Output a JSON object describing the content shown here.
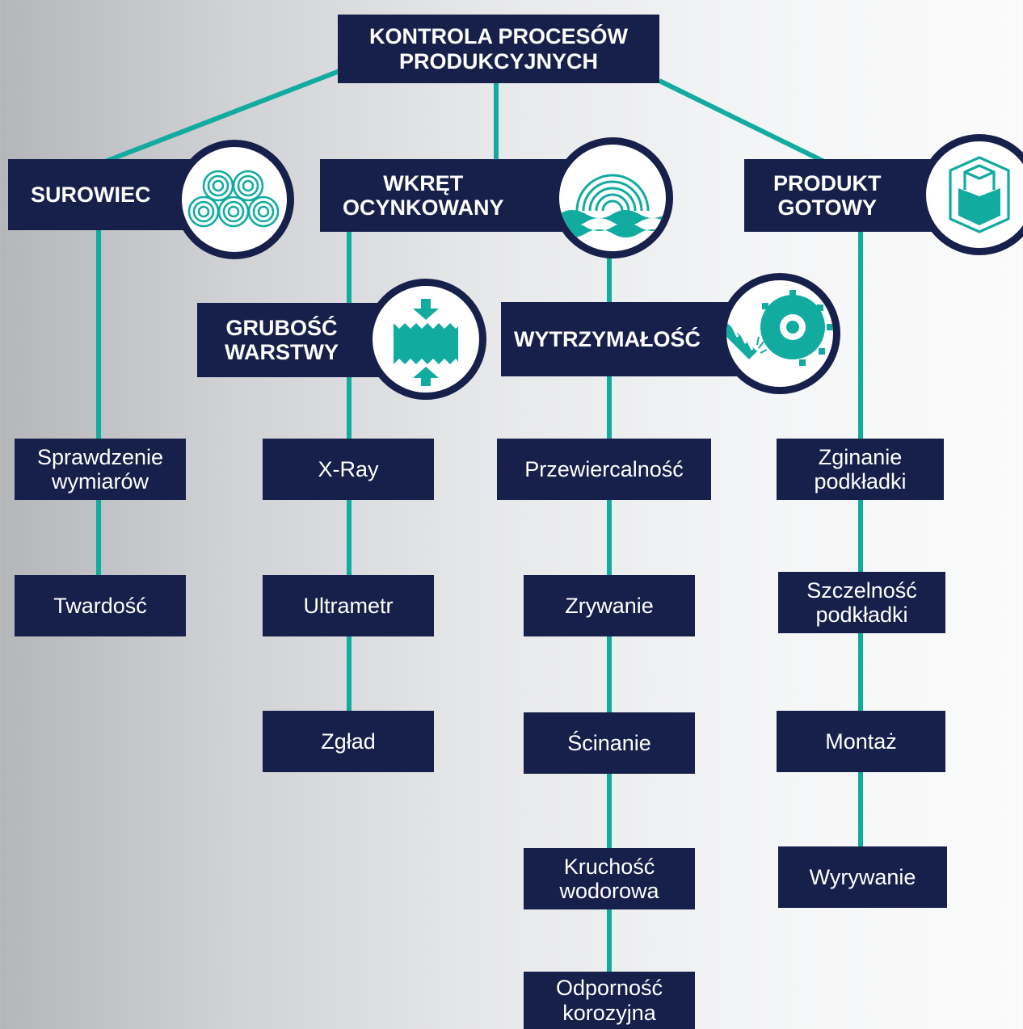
{
  "root": {
    "title": "KONTROLA PROCESÓW\nPRODUKCYJNYCH"
  },
  "categories": [
    {
      "title": "SUROWIEC",
      "icon": "wire-coils-icon",
      "items": [
        "Sprawdzenie\nwymiarów",
        "Twardość"
      ]
    },
    {
      "title": "WKRĘT\nOCYNKOWANY",
      "icon": "coating-waves-icon",
      "subgroups": [
        {
          "title": "GRUBOŚĆ\nWARSTWY",
          "icon": "layer-thickness-icon",
          "items": [
            "X-Ray",
            "Ultrametr",
            "Zgład"
          ]
        },
        {
          "title": "WYTRZYMAŁOŚĆ",
          "icon": "drill-disc-icon",
          "items": [
            "Przewiercalność",
            "Zrywanie",
            "Ścinanie",
            "Kruchość\nwodorowa",
            "Odporność\nkorozyjna"
          ]
        }
      ]
    },
    {
      "title": "PRODUKT\nGOTOWY",
      "icon": "product-box-icon",
      "items": [
        "Zginanie\npodkładki",
        "Szczelność\npodkładki",
        "Montaż",
        "Wyrywanie"
      ]
    }
  ],
  "colors": {
    "navy": "#17204a",
    "teal": "#12aba0",
    "white": "#ffffff"
  }
}
